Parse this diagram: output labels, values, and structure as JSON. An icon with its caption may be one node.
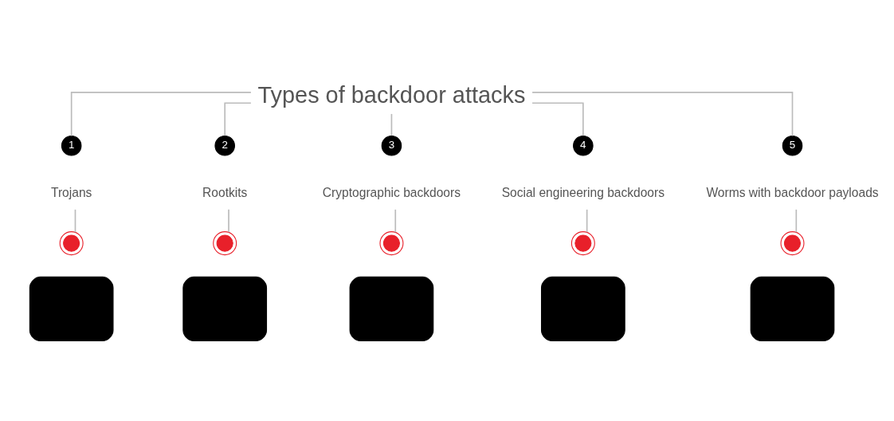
{
  "diagram": {
    "nodes": [
      {
        "text": [
          "Types of backdoor attacks"
        ]
      },
      {
        "text": [
          "1"
        ]
      },
      {
        "text": [
          "2"
        ]
      },
      {
        "text": [
          "3"
        ]
      },
      {
        "text": [
          "4"
        ]
      },
      {
        "text": [
          "5"
        ]
      },
      {
        "text": [
          "Trojans"
        ]
      },
      {
        "text": [
          "Rootkits"
        ]
      },
      {
        "text": [
          "Cryptographic backdoors"
        ]
      },
      {
        "text": [
          "Social engineering backdoors"
        ]
      },
      {
        "text": [
          "Worms with backdoor payloads"
        ]
      },
      {
        "text": [],
        "shape": "circle"
      },
      {
        "text": [],
        "shape": "circle"
      },
      {
        "text": [],
        "shape": "circle"
      },
      {
        "text": [],
        "shape": "circle"
      },
      {
        "text": [],
        "shape": "circle"
      },
      {
        "text": [],
        "shape": "box"
      },
      {
        "text": [],
        "shape": "box"
      },
      {
        "text": [],
        "shape": "box"
      },
      {
        "text": [],
        "shape": "box"
      },
      {
        "text": [],
        "shape": "box"
      }
    ],
    "edges": [
      {
        "from": 0,
        "to": 1,
        "arrow": "none"
      },
      {
        "from": 0,
        "to": 2,
        "arrow": "none"
      },
      {
        "from": 0,
        "to": 3,
        "arrow": "none"
      },
      {
        "from": 0,
        "to": 4,
        "arrow": "none"
      },
      {
        "from": 0,
        "to": 5,
        "arrow": "none"
      },
      {
        "from": 6,
        "to": 11,
        "arrow": "none"
      },
      {
        "from": 7,
        "to": 12,
        "arrow": "none"
      },
      {
        "from": 8,
        "to": 13,
        "arrow": "none"
      },
      {
        "from": 9,
        "to": 14,
        "arrow": "none"
      },
      {
        "from": 10,
        "to": 15,
        "arrow": "none"
      }
    ]
  }
}
